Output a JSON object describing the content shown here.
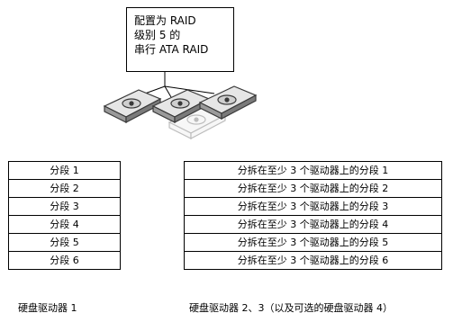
{
  "callout": {
    "lines": [
      "配置为 RAID",
      "级别 5 的",
      "串行 ATA RAID"
    ]
  },
  "drives": {
    "items": [
      {
        "name": "drive-1",
        "state": "active"
      },
      {
        "name": "drive-2",
        "state": "active"
      },
      {
        "name": "drive-3",
        "state": "active"
      },
      {
        "name": "drive-4-optional",
        "state": "optional"
      }
    ]
  },
  "left_table": {
    "rows": [
      "分段 1",
      "分段 2",
      "分段 3",
      "分段 4",
      "分段 5",
      "分段 6"
    ]
  },
  "right_table": {
    "rows": [
      "分拆在至少 3 个驱动器上的分段 1",
      "分拆在至少 3 个驱动器上的分段 2",
      "分拆在至少 3 个驱动器上的分段 3",
      "分拆在至少 3 个驱动器上的分段 4",
      "分拆在至少 3 个驱动器上的分段 5",
      "分拆在至少 3 个驱动器上的分段 6"
    ]
  },
  "captions": {
    "left": "硬盘驱动器 1",
    "right": "硬盘驱动器 2、3（以及可选的硬盘驱动器 4）"
  },
  "colors": {
    "active_drive": "#3a3a3a",
    "optional_drive": "#bdbdbd"
  }
}
